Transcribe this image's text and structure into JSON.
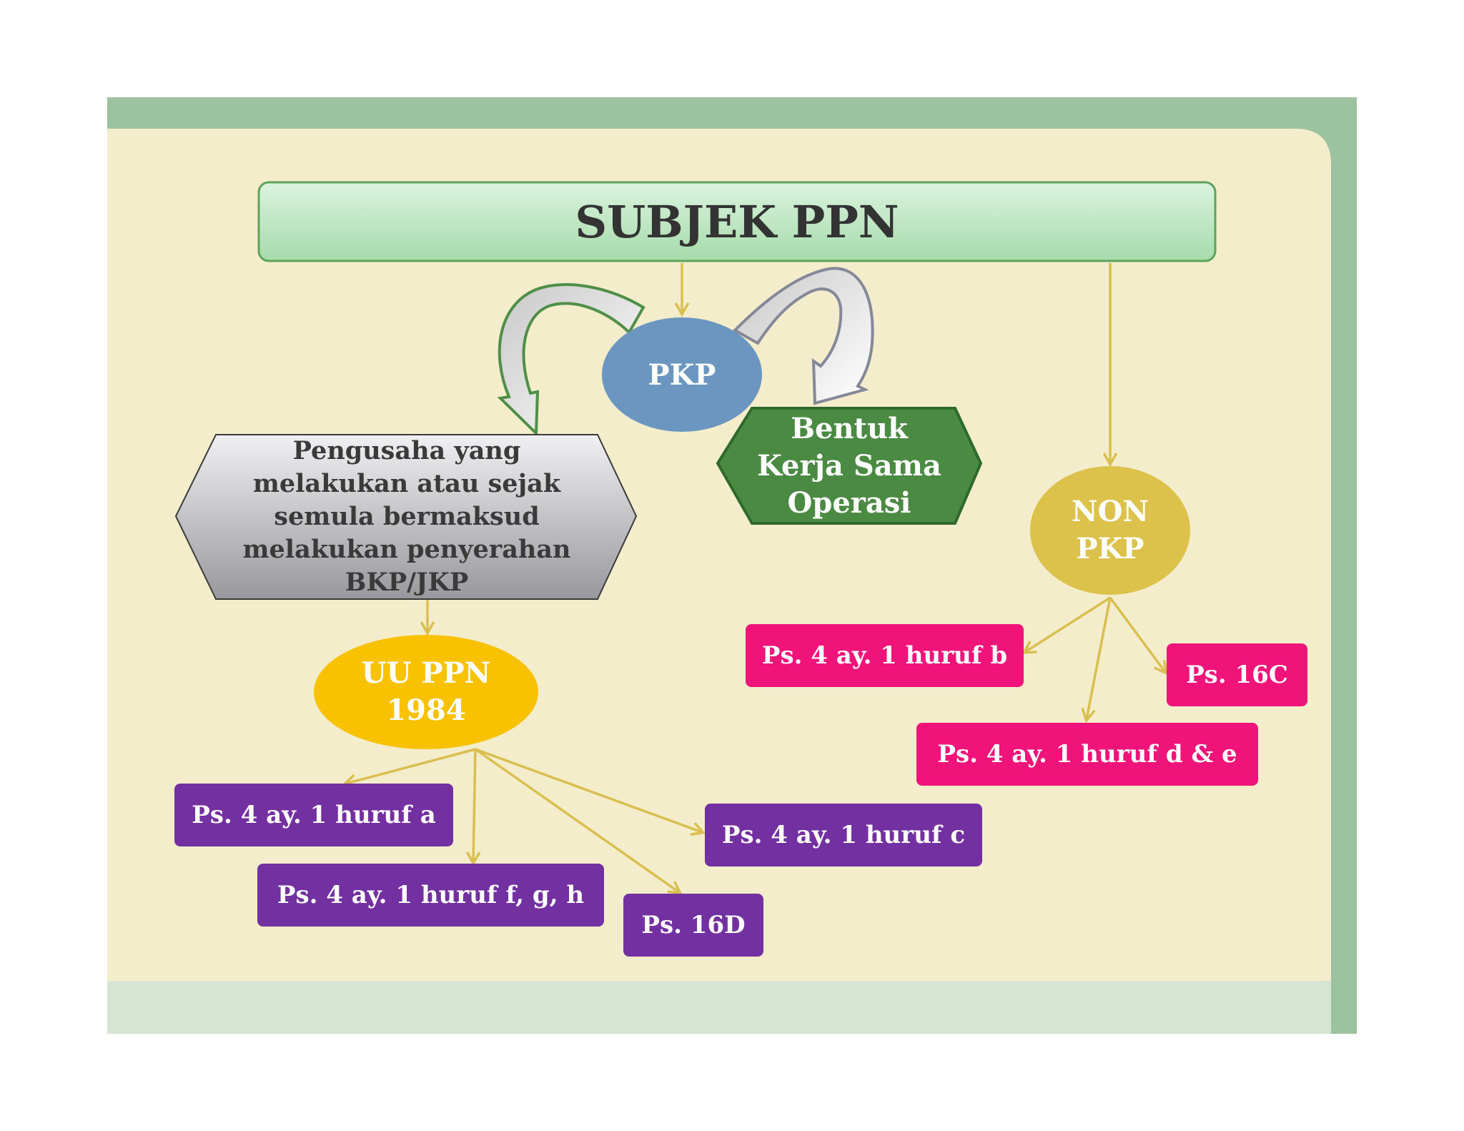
{
  "diagram": {
    "title": "SUBJEK PPN",
    "pkp": "PKP",
    "pengusaha": "Pengusaha yang\nmelakukan atau sejak\nsemula bermaksud\nmelakukan penyerahan\nBKP/JKP",
    "bentuk_kerja_sama": "Bentuk\nKerja Sama\nOperasi",
    "non_pkp": "NON\nPKP",
    "uu_ppn": "UU PPN\n1984",
    "pkp_refs": {
      "huruf_a": "Ps. 4 ay. 1 huruf a",
      "huruf_fgh": "Ps. 4 ay. 1 huruf f, g, h",
      "ps_16d": "Ps. 16D",
      "huruf_c": "Ps. 4 ay. 1 huruf c"
    },
    "non_pkp_refs": {
      "huruf_b": "Ps. 4 ay. 1 huruf b",
      "ps_16c": "Ps. 16C",
      "huruf_de": "Ps. 4 ay. 1 huruf d & e"
    }
  },
  "colors": {
    "frame_green": "#9dc2a0",
    "panel_cream": "#f4edcc",
    "title_green_top": "#d8f2dc",
    "title_green_bottom": "#a9dcae",
    "pkp_blue": "#6a96c0",
    "bentuk_green": "#4a8a43",
    "non_pkp_gold": "#dcc24a",
    "uu_ppn_orange": "#f8c200",
    "purple": "#7330a0",
    "magenta": "#f0137a",
    "arrow_gold": "#d9bf4f",
    "gray_hex_top": "#eeeef0",
    "gray_hex_bottom": "#9b9ba0"
  }
}
